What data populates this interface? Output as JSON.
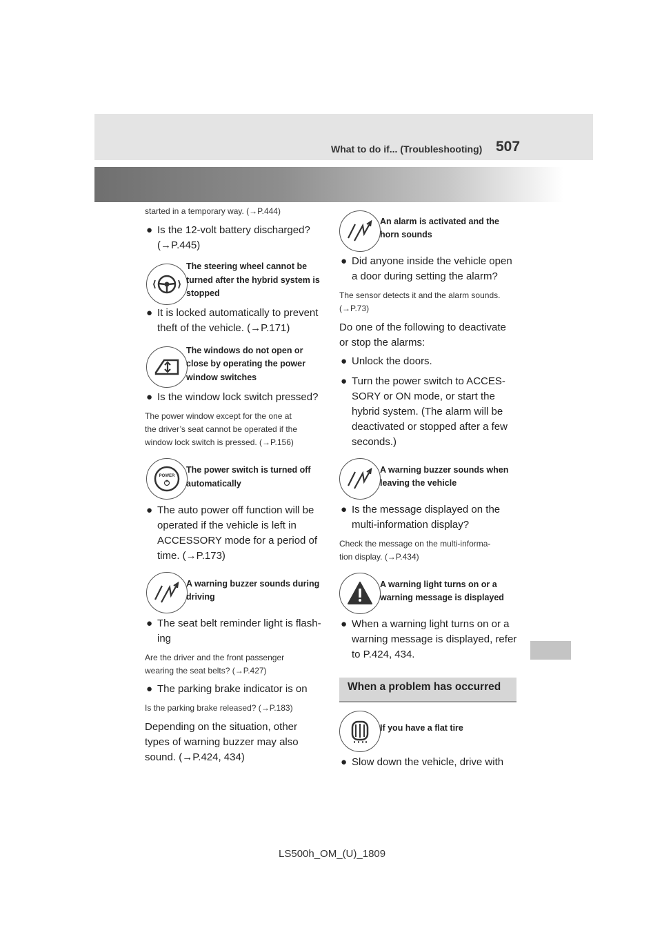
{
  "header": {
    "title": "What to do if... (Troubleshooting)",
    "page": "507"
  },
  "left": {
    "line_started": "started in a temporary way. (→P.444)",
    "q_battery_1": "Is the 12-volt battery discharged?",
    "q_battery_2": "(→P.445)",
    "head_steering_1": "The steering wheel cannot be",
    "head_steering_2": "turned after the hybrid system is",
    "head_steering_3": "stopped",
    "b_locked_1": "It is locked automatically to prevent",
    "b_locked_2": "theft of the vehicle. (→P.171)",
    "head_windows_1": "The windows do not open or",
    "head_windows_2": "close by operating the power",
    "head_windows_3": "window switches",
    "q_window_lock": "Is the window lock switch pressed?",
    "note_window_1": "The power window except for the one at",
    "note_window_2": "the driver’s seat cannot be operated if the",
    "note_window_3": "window lock switch is pressed. (→P.156)",
    "head_power_1": "The power switch is turned off",
    "head_power_2": "automatically",
    "power_icon_label": "POWER",
    "b_auto_1": "The auto power off function will be",
    "b_auto_2": "operated if the vehicle is left in",
    "b_auto_3": "ACCESSORY mode for a period of",
    "b_auto_4": "time. (→P.173)",
    "head_buzzer_1": "A warning buzzer sounds during",
    "head_buzzer_2": "driving",
    "b_seatbelt_1": "The seat belt reminder light is flash-",
    "b_seatbelt_2": "ing",
    "note_seatbelt_1": "Are the driver and the front passenger",
    "note_seatbelt_2": "wearing the seat belts? (→P.427)",
    "b_parking": "The parking brake indicator is on",
    "note_parking": "Is the parking brake released? (→P.183)",
    "depend_1": "Depending on the situation, other",
    "depend_2": "types of warning buzzer may also",
    "depend_3": "sound. (→P.424, 434)"
  },
  "right": {
    "head_alarm_1": "An alarm is activated and the",
    "head_alarm_2": "horn sounds",
    "b_door_1": "Did anyone inside the vehicle open",
    "b_door_2": "a door during setting the alarm?",
    "note_sensor_1": "The sensor detects it and the alarm sounds.",
    "note_sensor_2": "(→P.73)",
    "do_one_1": "Do one of the following to deactivate",
    "do_one_2": "or stop the alarms:",
    "b_unlock": "Unlock the doors.",
    "b_turn_1": "Turn the power switch to ACCES-",
    "b_turn_2": "SORY or ON mode, or start the",
    "b_turn_3": "hybrid system. (The alarm will be",
    "b_turn_4": "deactivated or stopped after a few",
    "b_turn_5": "seconds.)",
    "head_leaving_1": "A warning buzzer sounds when",
    "head_leaving_2": "leaving the vehicle",
    "b_message_1": "Is the message displayed on the",
    "b_message_2": "multi-information display?",
    "note_check_1": "Check the message on the multi-informa-",
    "note_check_2": "tion display. (→P.434)",
    "head_light_1": "A warning light turns on or a",
    "head_light_2": "warning message is displayed",
    "b_light_1": "When a warning light turns on or a",
    "b_light_2": "warning message is displayed, refer",
    "b_light_3": "to P.424, 434.",
    "section_title": "When a problem has occurred",
    "head_flat": "If you have a flat tire",
    "b_slow": "Slow down the vehicle, drive with"
  },
  "footer": {
    "code": "LS500h_OM_(U)_1809"
  },
  "bullet_glyph": "●"
}
